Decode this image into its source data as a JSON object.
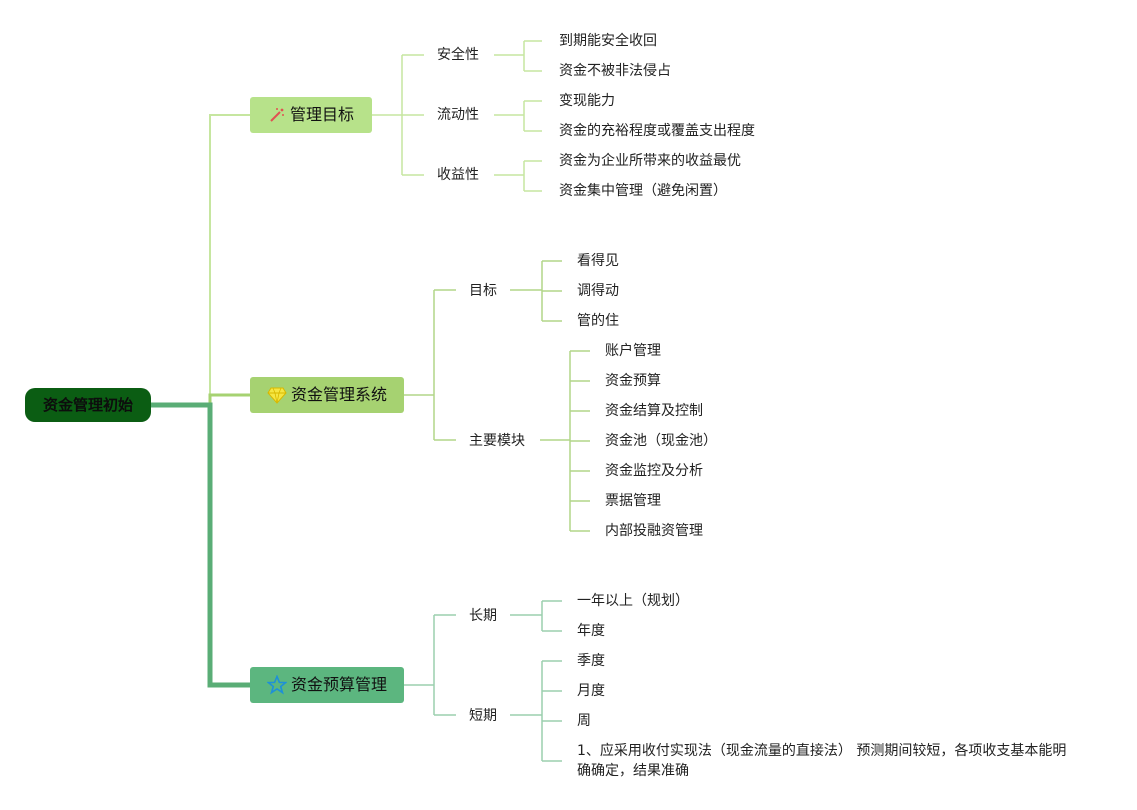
{
  "root": {
    "label": "资金管理初始"
  },
  "branches": [
    {
      "label": "管理目标",
      "icon": "magic-wand-icon",
      "subs": [
        {
          "label": "安全性",
          "leaves": [
            "到期能安全收回",
            "资金不被非法侵占"
          ]
        },
        {
          "label": "流动性",
          "leaves": [
            "变现能力",
            "资金的充裕程度或覆盖支出程度"
          ]
        },
        {
          "label": "收益性",
          "leaves": [
            "资金为企业所带来的收益最优",
            "资金集中管理（避免闲置）"
          ]
        }
      ]
    },
    {
      "label": "资金管理系统",
      "icon": "diamond-icon",
      "subs": [
        {
          "label": "目标",
          "leaves": [
            "看得见",
            "调得动",
            "管的住"
          ]
        },
        {
          "label": "主要模块",
          "leaves": [
            "账户管理",
            "资金预算",
            "资金结算及控制",
            "资金池（现金池）",
            "资金监控及分析",
            "票据管理",
            "内部投融资管理"
          ]
        }
      ]
    },
    {
      "label": "资金预算管理",
      "icon": "star-icon",
      "subs": [
        {
          "label": "长期",
          "leaves": [
            "一年以上（规划）",
            "年度"
          ]
        },
        {
          "label": "短期",
          "leaves": [
            "季度",
            "月度",
            "周",
            "1、应采用收付实现法（现金流量的直接法） 预测期间较短，各项收支基本能明确确定，结果准确"
          ]
        }
      ]
    }
  ],
  "colors": {
    "root_bg": "#0b5d13",
    "branch1": "#b7e28a",
    "branch2": "#a6d271",
    "branch3": "#5cb67f",
    "line1": "#c6e6a0",
    "line2": "#b2d689",
    "line3": "#9bcfae",
    "trunk3": "#5aad76"
  }
}
